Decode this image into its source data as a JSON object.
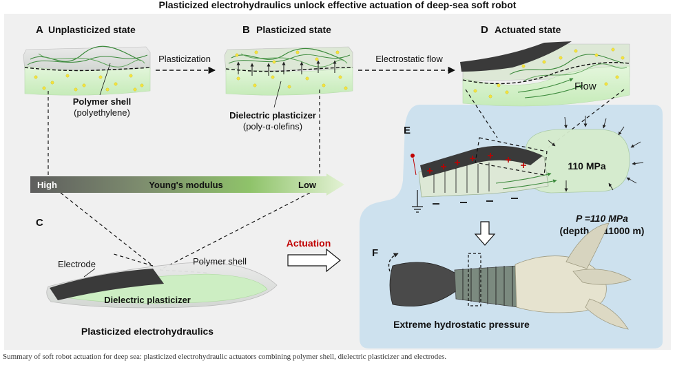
{
  "title": "Plasticized electrohydraulics unlock effective actuation of deep-sea soft robot",
  "panels": {
    "A": {
      "letter": "A",
      "label": "Unplasticized state"
    },
    "B": {
      "letter": "B",
      "label": "Plasticized state"
    },
    "C": {
      "letter": "C"
    },
    "D": {
      "letter": "D",
      "label": "Actuated state"
    },
    "E": {
      "letter": "E"
    },
    "F": {
      "letter": "F"
    }
  },
  "arrows": {
    "plasticization": "Plasticization",
    "electrostatic_flow": "Electrostatic flow",
    "actuation": "Actuation"
  },
  "labels": {
    "polymer_shell": "Polymer shell",
    "polyethylene": "(polyethylene)",
    "dielectric_plasticizer": "Dielectric plasticizer",
    "pao": "(poly-α-olefins)",
    "flow": "Flow",
    "electrode": "Electrode",
    "polymer_shell_c": "Polymer shell",
    "dielectric_plasticizer_c": "Dielectric plasticizer",
    "plasticized_electrohydraulics": "Plasticized electrohydraulics",
    "pressure_110": "110 MPa",
    "p_eq": "P =110 MPa",
    "depth": "(depth of 11000 m)",
    "extreme_pressure": "Extreme hydrostatic pressure"
  },
  "modulus_bar": {
    "high": "High",
    "title": "Young's modulus",
    "low": "Low"
  },
  "caption": "Summary of soft robot actuation for deep sea: plasticized electrohydraulic actuators combining polymer shell, dielectric plasticizer and electrodes.",
  "colors": {
    "gel": "#cdeec3",
    "shell": "#d9d9d9",
    "water": "#cde1ee",
    "panel_bg": "#f0f0f0",
    "accent_red": "#c00000",
    "electrode": "#3a3a3a",
    "fiber": "#3c8a3c",
    "particle": "#f5e43c"
  }
}
